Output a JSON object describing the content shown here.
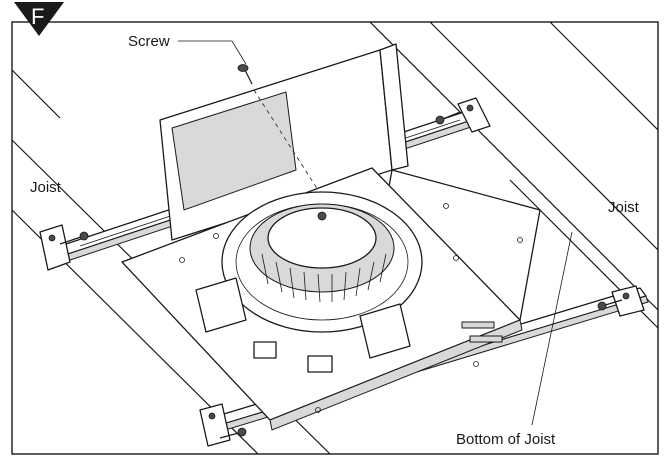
{
  "step_badge": {
    "letter": "F",
    "color": "#1a1a1a"
  },
  "labels": {
    "screw": "Screw",
    "joist_left": "Joist",
    "joist_right": "Joist",
    "bottom_of_joist": "Bottom of Joist"
  },
  "icons": [
    "step-badge-triangle",
    "screw-icon",
    "fan-housing",
    "hanger-bar",
    "joist"
  ],
  "colors": {
    "line": "#1a1a1a",
    "background": "#ffffff",
    "shade": "#d9d9d9"
  }
}
